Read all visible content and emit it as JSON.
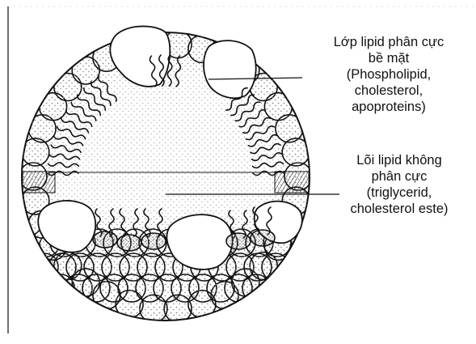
{
  "labels": {
    "surface_layer": [
      "Lớp lipid phân cực",
      "bề mặt",
      "(Phospholipid,",
      "cholesterol,",
      "apoproteins)"
    ],
    "core": [
      "Lõi lipid không",
      "phân cực",
      "(triglycerid,",
      "cholesterol este)"
    ]
  },
  "colors": {
    "ink": "#111111",
    "background": "#ffffff",
    "stipple": "#9a9a9a"
  }
}
